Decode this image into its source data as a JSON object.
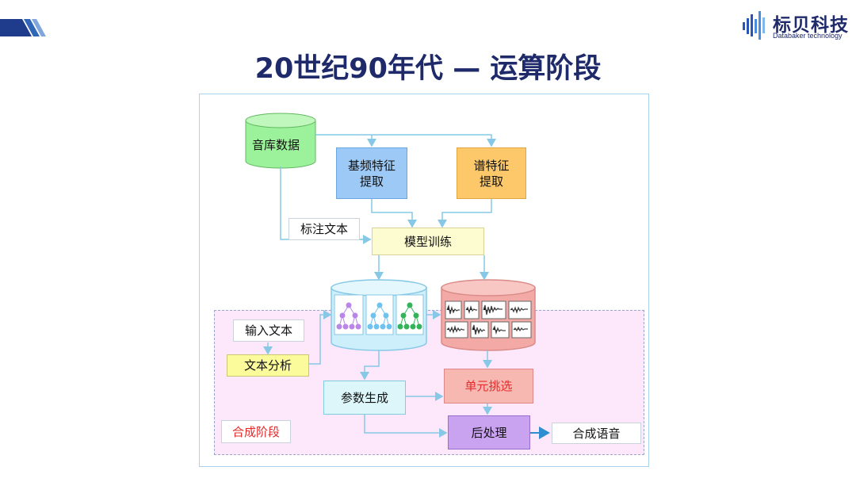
{
  "header": {
    "title": "20世纪90年代 — 运算阶段",
    "brand_cn": "标贝科技",
    "brand_en": "Databaker technology"
  },
  "diagram": {
    "database": "音库数据",
    "f0_extract": "基频特征\n提取",
    "spectrum_extract": "谱特征\n提取",
    "annotated_text": "标注文本",
    "model_training": "模型训练",
    "input_text": "输入文本",
    "text_analysis": "文本分析",
    "param_generation": "参数生成",
    "unit_selection": "单元挑选",
    "post_processing": "后处理",
    "synth_speech": "合成语音",
    "synth_stage": "合成阶段"
  },
  "colors": {
    "title": "#1f2a6b",
    "database": "#9cf29a",
    "f0_box": "#9dc9f6",
    "spectrum_box": "#fcc86a",
    "model_box": "#fdfbd0",
    "text_analysis_box": "#fbfb9c",
    "param_box": "#ddf6fa",
    "unit_box": "#f7b8b2",
    "post_box": "#c9a3ef",
    "zone": "#fde8fb",
    "arrow": "#86c8e6",
    "stage_label": "#e52b2b"
  }
}
